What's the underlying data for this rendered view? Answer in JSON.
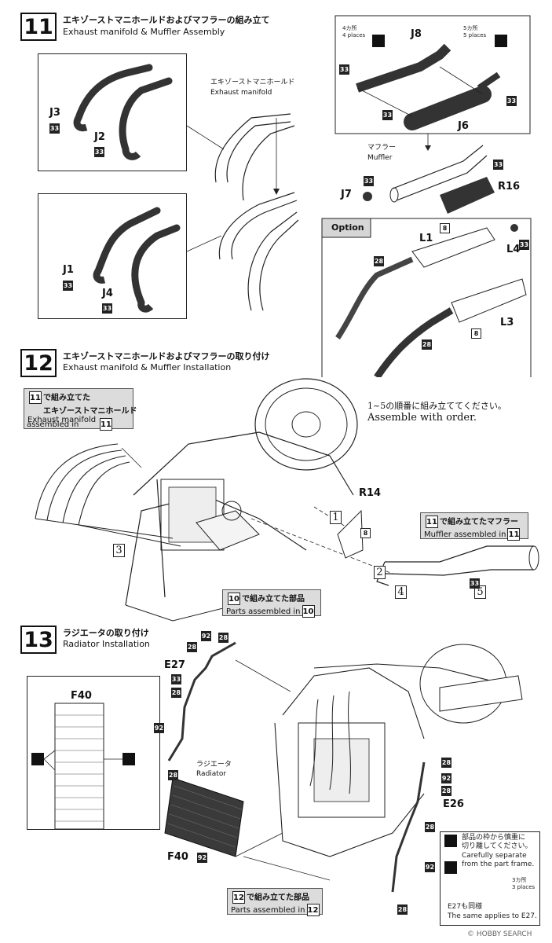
{
  "step11": {
    "number": "11",
    "title_jp": "エキゾーストマニホールドおよびマフラーの組み立て",
    "title_en": "Exhaust manifold & Muffler Assembly",
    "manifold_jp": "エキゾーストマニホールド",
    "manifold_en": "Exhaust manifold",
    "parts": {
      "j1": "J1",
      "j2": "J2",
      "j3": "J3",
      "j4": "J4",
      "j6": "J6",
      "j7": "J7",
      "j8": "J8",
      "r16": "R16"
    },
    "muffler_jp": "マフラー",
    "muffler_en": "Muffler",
    "places4_jp": "4カ所",
    "places4_en": "4 places",
    "places5_jp": "5カ所",
    "places5_en": "5 places",
    "option": {
      "label": "Option",
      "l1": "L1",
      "l3": "L3",
      "l4": "L4"
    },
    "badges": {
      "b33": "33",
      "b28": "28",
      "b8": "8"
    }
  },
  "step12": {
    "number": "12",
    "title_jp": "エキゾーストマニホールドおよびマフラーの取り付け",
    "title_en": "Exhaust manifold & Muffler Installation",
    "callout_manifold": {
      "ref": "11",
      "jp_suffix": "で組み立てた",
      "jp2": "エキゾーストマニホールド",
      "en": "Exhaust manifold",
      "en2": "assembled in"
    },
    "order_jp": "1~5の順番に組み立ててください。",
    "order_en": "Assemble with order.",
    "r14": "R14",
    "callout_muffler": {
      "ref": "11",
      "jp_suffix": "で組み立てたマフラー",
      "en": "Muffler assembled in"
    },
    "callout_parts": {
      "ref": "10",
      "jp_suffix": "で組み立てた部品",
      "en": "Parts assembled in"
    },
    "seq": [
      "1",
      "2",
      "3",
      "4",
      "5"
    ]
  },
  "step13": {
    "number": "13",
    "title_jp": "ラジエータの取り付け",
    "title_en": "Radiator Installation",
    "parts": {
      "e26": "E26",
      "e27": "E27",
      "f40": "F40"
    },
    "radiator_jp": "ラジエータ",
    "radiator_en": "Radiator",
    "badges": {
      "b92": "92",
      "b28": "28",
      "b33": "33"
    },
    "callout_parts": {
      "ref": "12",
      "jp_suffix": "で組み立てた部品",
      "en": "Parts assembled in"
    },
    "note": {
      "jp1": "部品の枠から慎重に",
      "jp2": "切り離してください。",
      "en1": "Carefully separate",
      "en2": "from the part frame.",
      "places_jp": "3カ所",
      "places_en": "3 places",
      "same_jp": "E27も同様",
      "same_en": "The same applies to E27."
    }
  },
  "watermark": "© HOBBY SEARCH"
}
